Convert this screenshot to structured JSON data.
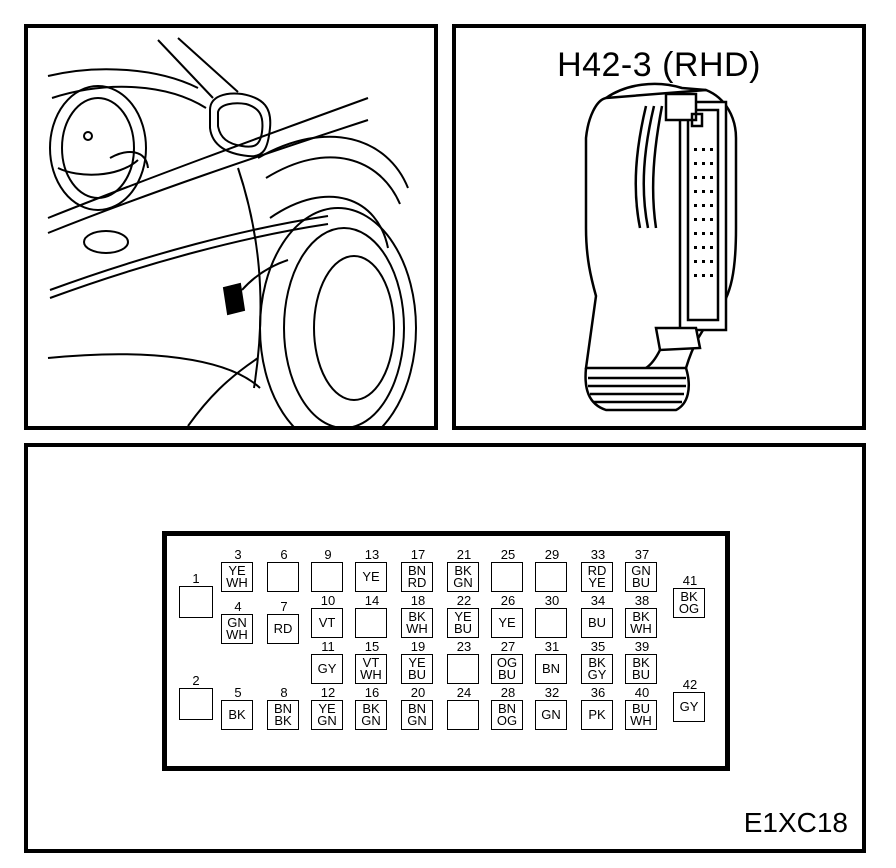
{
  "connector_title": "H42-3 (RHD)",
  "figure_code": "E1XC18",
  "pins": [
    {
      "n": "1",
      "w": []
    },
    {
      "n": "2",
      "w": []
    },
    {
      "n": "3",
      "w": [
        "YE",
        "WH"
      ]
    },
    {
      "n": "4",
      "w": [
        "GN",
        "WH"
      ]
    },
    {
      "n": "5",
      "w": [
        "BK"
      ]
    },
    {
      "n": "6",
      "w": []
    },
    {
      "n": "7",
      "w": [
        "RD"
      ]
    },
    {
      "n": "8",
      "w": [
        "BN",
        "BK"
      ]
    },
    {
      "n": "9",
      "w": []
    },
    {
      "n": "10",
      "w": [
        "VT"
      ]
    },
    {
      "n": "11",
      "w": [
        "GY"
      ]
    },
    {
      "n": "12",
      "w": [
        "YE",
        "GN"
      ]
    },
    {
      "n": "13",
      "w": [
        "YE"
      ]
    },
    {
      "n": "14",
      "w": []
    },
    {
      "n": "15",
      "w": [
        "VT",
        "WH"
      ]
    },
    {
      "n": "16",
      "w": [
        "BK",
        "GN"
      ]
    },
    {
      "n": "17",
      "w": [
        "BN",
        "RD"
      ]
    },
    {
      "n": "18",
      "w": [
        "BK",
        "WH"
      ]
    },
    {
      "n": "19",
      "w": [
        "YE",
        "BU"
      ]
    },
    {
      "n": "20",
      "w": [
        "BN",
        "GN"
      ]
    },
    {
      "n": "21",
      "w": [
        "BK",
        "GN"
      ]
    },
    {
      "n": "22",
      "w": [
        "YE",
        "BU"
      ]
    },
    {
      "n": "23",
      "w": []
    },
    {
      "n": "24",
      "w": []
    },
    {
      "n": "25",
      "w": []
    },
    {
      "n": "26",
      "w": [
        "YE"
      ]
    },
    {
      "n": "27",
      "w": [
        "OG",
        "BU"
      ]
    },
    {
      "n": "28",
      "w": [
        "BN",
        "OG"
      ]
    },
    {
      "n": "29",
      "w": []
    },
    {
      "n": "30",
      "w": []
    },
    {
      "n": "31",
      "w": [
        "BN"
      ]
    },
    {
      "n": "32",
      "w": [
        "GN"
      ]
    },
    {
      "n": "33",
      "w": [
        "RD",
        "YE"
      ]
    },
    {
      "n": "34",
      "w": [
        "BU"
      ]
    },
    {
      "n": "35",
      "w": [
        "BK",
        "GY"
      ]
    },
    {
      "n": "36",
      "w": [
        "PK"
      ]
    },
    {
      "n": "37",
      "w": [
        "GN",
        "BU"
      ]
    },
    {
      "n": "38",
      "w": [
        "BK",
        "WH"
      ]
    },
    {
      "n": "39",
      "w": [
        "BK",
        "BU"
      ]
    },
    {
      "n": "40",
      "w": [
        "BU",
        "WH"
      ]
    },
    {
      "n": "41",
      "w": [
        "BK",
        "OG"
      ]
    },
    {
      "n": "42",
      "w": [
        "GY"
      ]
    }
  ]
}
